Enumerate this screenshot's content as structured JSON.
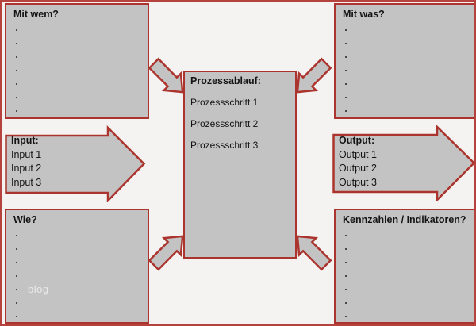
{
  "diagram": {
    "type": "process-turtle-diagram",
    "colors": {
      "background": "#f4f3f1",
      "shape_fill": "#c3c3c3",
      "border_red": "#ab342e",
      "text": "#141414"
    },
    "boxes": {
      "mit_wem": {
        "title": "Mit wem?",
        "bullet_count": 7
      },
      "mit_was": {
        "title": "Mit was?",
        "bullet_count": 7
      },
      "wie": {
        "title": "Wie?",
        "bullet_count": 7
      },
      "kennzahlen": {
        "title": "Kennzahlen / Indikatoren?",
        "bullet_count": 7
      }
    },
    "center": {
      "title": "Prozessablauf:",
      "steps": [
        "Prozessschritt 1",
        "Prozessschritt 2",
        "Prozessschritt 3"
      ]
    },
    "input_arrow": {
      "title": "Input:",
      "items": [
        "Input 1",
        "Input 2",
        "Input 3"
      ]
    },
    "output_arrow": {
      "title": "Output:",
      "items": [
        "Output 1",
        "Output 2",
        "Output 3"
      ]
    },
    "watermark": "blog"
  }
}
